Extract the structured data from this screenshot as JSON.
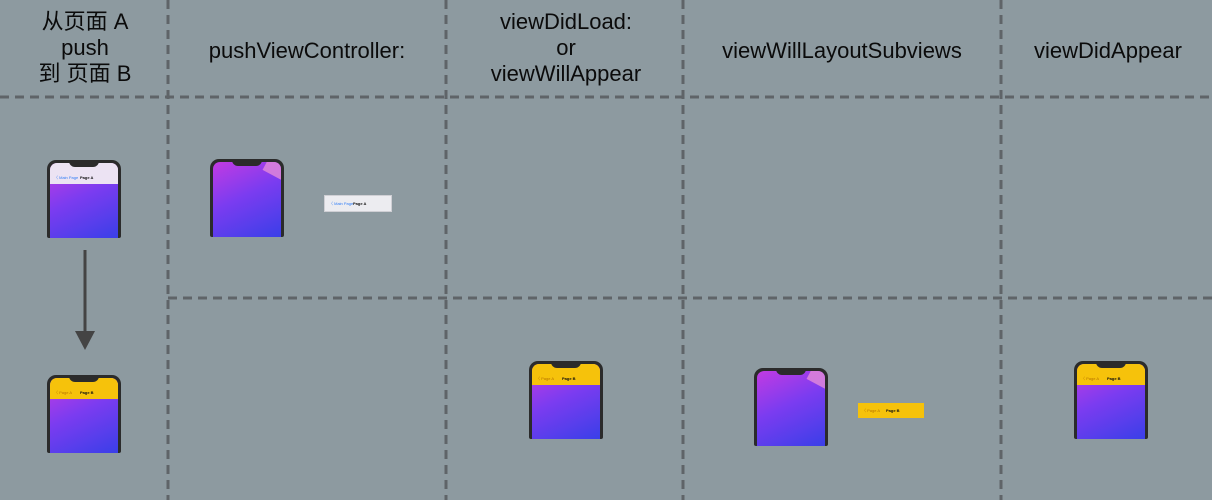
{
  "headers": {
    "col1": [
      "从页面 A",
      "push",
      "到 页面 B"
    ],
    "col2": "pushViewController:",
    "col3": [
      "viewDidLoad:",
      "or",
      "viewWillAppear"
    ],
    "col4": "viewWillLayoutSubviews",
    "col5": "viewDidAppear"
  },
  "page_a": {
    "back": "〈 Main Page",
    "title": "Page A"
  },
  "page_b": {
    "back": "〈 Page A",
    "title": "Page B"
  },
  "colors": {
    "page_a_bar": "#ece3f3",
    "page_b_bar": "#f6c20b",
    "background": "#8d9aa0",
    "grid": "#5f6468"
  }
}
